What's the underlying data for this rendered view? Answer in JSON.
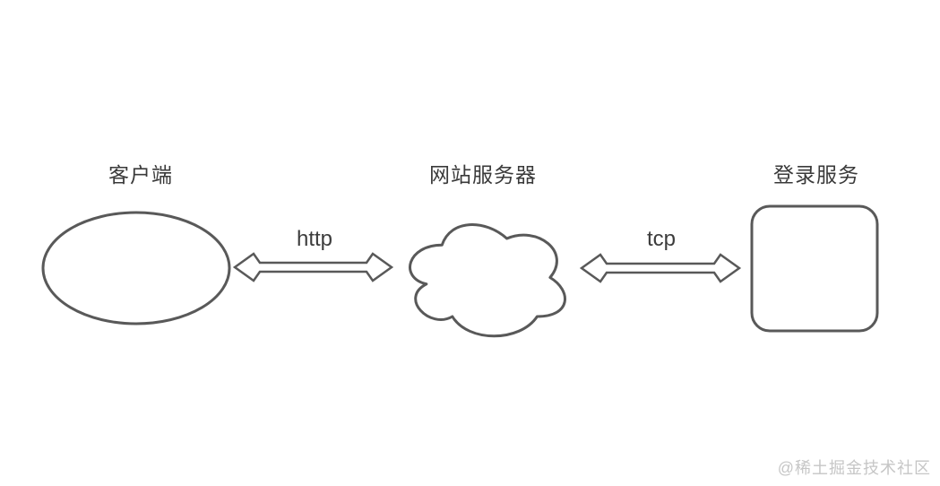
{
  "diagram": {
    "background": "#ffffff",
    "stroke_color": "#595959",
    "text_color": "#3a3a3a",
    "nodes": [
      {
        "id": "client",
        "label": "客户端",
        "shape": "ellipse"
      },
      {
        "id": "web-server",
        "label": "网站服务器",
        "shape": "cloud"
      },
      {
        "id": "login-service",
        "label": "登录服务",
        "shape": "rounded-rect"
      }
    ],
    "edges": [
      {
        "from": "client",
        "to": "web-server",
        "label": "http",
        "style": "double-arrow"
      },
      {
        "from": "web-server",
        "to": "login-service",
        "label": "tcp",
        "style": "double-arrow"
      }
    ]
  },
  "watermark": {
    "text": "@稀土掘金技术社区",
    "color": "#c6c6c6"
  }
}
